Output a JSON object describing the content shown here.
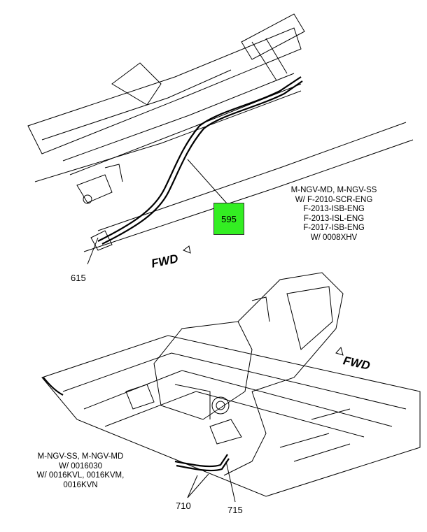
{
  "upper_view": {
    "callout_highlight": "595",
    "callout_left": "615",
    "fwd_label": "FWD",
    "note_lines": [
      "M-NGV-MD, M-NGV-SS",
      "W/ F-2010-SCR-ENG",
      "F-2013-ISB-ENG",
      "F-2013-ISL-ENG",
      "F-2017-ISB-ENG",
      "W/ 0008XHV"
    ],
    "highlight_color": "#33ee22"
  },
  "lower_view": {
    "fwd_label": "FWD",
    "callout_a": "710",
    "callout_b": "715",
    "note_lines": [
      "M-NGV-SS, M-NGV-MD",
      "W/ 0016030",
      "W/ 0016KVL, 0016KVM,",
      "0016KVN"
    ]
  },
  "footer": {
    "left_text": "",
    "right_text": ""
  }
}
